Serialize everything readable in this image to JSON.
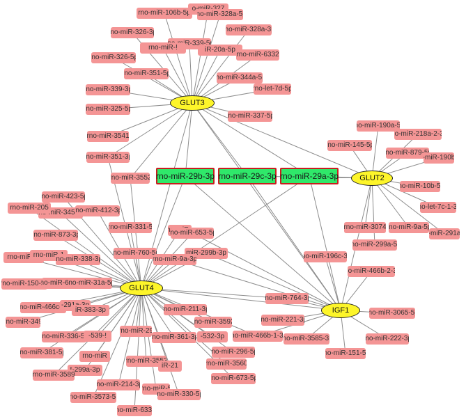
{
  "colors": {
    "mirna": "#f49595",
    "core": "#2fe86a",
    "core_border": "#c81e1e",
    "gene": "#fdf52a",
    "edge": "#8c8c8c"
  },
  "genes": {
    "glut3": "GLUT3",
    "glut2": "GLUT2",
    "glut4": "GLUT4",
    "igf1": "IGF1"
  },
  "core": {
    "mir29b": "rno-miR-29b-3p",
    "mir29c": "rno-miR-29c-3p",
    "mir29a": "rno-miR-29a-3p"
  },
  "mirnas": {
    "n1": "rno-miR-106b-5p",
    "n2": "o-miR-327",
    "n3": "rno-miR-328a-5p",
    "n4": "rno-miR-326-3p",
    "n5": "rno-miR-328a-3p",
    "n6": "rno-miR-339-5p",
    "n7": "rno-miR-!",
    "n8": "iR-20a-5p",
    "n9": "rno-miR-6332",
    "n10": "rno-miR-326-5p",
    "n11": "rno-miR-351-5p",
    "n12": "rno-miR-344a-5p",
    "n13": "rno-let-7d-5p",
    "n14": "rno-miR-339-3p",
    "n15": "rno-miR-325-5p",
    "n16": "rno-miR-337-5p",
    "n17": "rno-miR-3541",
    "n18": "rno-miR-351-3p",
    "n19": "rno-miR-3552",
    "n20": "rno-miR-190a-5p",
    "n21": "rno-miR-218a-2-3p",
    "n22": "rno-miR-145-5p",
    "n23": "rno-miR-879-5p",
    "n24": "rno-miR-190b-5p",
    "n25": "rno-miR-10b-5p",
    "n26": "rno-let-7c-1-3p",
    "n27": "rno-miR-3074",
    "n28": "rno-miR-9a-5p",
    "n29": "rno-miR-291a-5p",
    "n30": "rno-miR-299a-5p",
    "n31": "rno-miR-423-5p",
    "n32": "rno-miR-345-3p",
    "n33": "rno-miR-412-3p",
    "n34": "rno-miR-205",
    "n35": "rno-miR-331-5",
    "n36": "rno-miR-2",
    "n37": "rno-miR-653-5p",
    "n38": "rno-miR-873-3p",
    "n39": "rno-miR-1:",
    "n40": "rno-miR-1",
    "n41": "rno-miR-760-5p",
    "n42": "miR-299b-3p",
    "n43": "rno-miR-338-3p",
    "n44": "rno-miR-9a-3p",
    "n45": "rno-miR-150-5p",
    "n46": "rno-miR-652",
    "n47": "rno-miR-31a-5p",
    "n48": "rno-miR-196c-3p",
    "n49": "rno-miR-466b-2-3p",
    "n50": "rno-miR-466c-3p",
    "n51": "-291a-3p",
    "n52": "iR-383-3p",
    "n53": "rno-miR-211-3p",
    "n54": "rno-miR-764-3p",
    "n55": "rno-miR-349",
    "n56": "rno-miR-29",
    "n57": "rno-miR-3592",
    "n58": "rno-miR-221-3p",
    "n59": "rno-miR-3065-5p",
    "n60": "rno-miR-336-5p",
    "n61": "-539-!",
    "n62": "rno-miR-361-3p",
    "n63": "-532-3p",
    "n64": "rno-miR-466b-1-3p",
    "n65": "rno-miR-3585-3p",
    "n66": "rno-miR-222-3p",
    "n67": "rno-miR-381-5p",
    "n68": "rno-miR",
    "n69": "rno-miR-296-5p",
    "n70": "rno-miR-151-5p",
    "n71": "t-299a-3p",
    "n72": "rno-miR-3553",
    "n73": "iR-21",
    "n74": "rno-miR-3560",
    "n75": "rno-miR-3589",
    "n76": "rno-miR-673-5p",
    "n77": "rno-miR-214-3p",
    "n78": "rno-miR-5",
    "n79": "rno-miR-330-5p",
    "n80": "rno-miR-3573-5p",
    "n81": "rno-miR-6334"
  }
}
